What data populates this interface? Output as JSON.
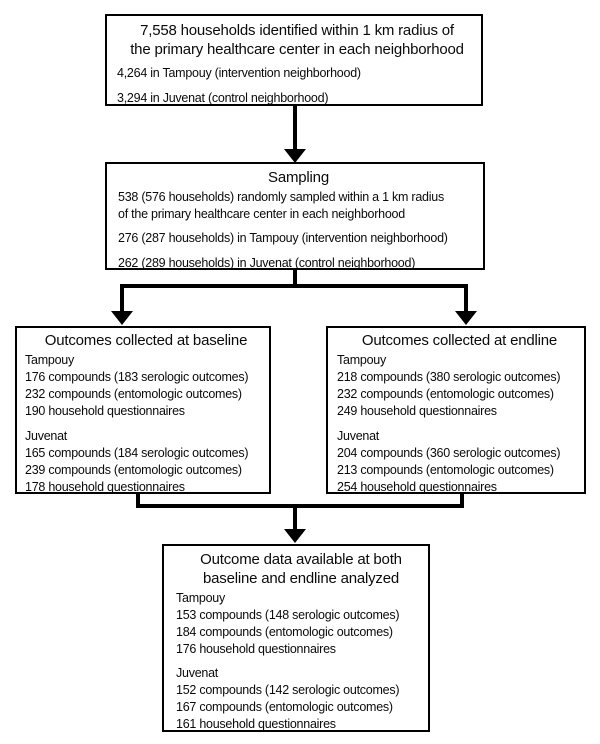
{
  "diagram": {
    "type": "flowchart",
    "colors": {
      "background": "#ffffff",
      "border": "#000000",
      "text": "#0a0a0a",
      "arrow": "#000000"
    },
    "boxes": {
      "identified": {
        "title_lines": [
          "7,558 households identified within 1 km radius of",
          "the primary healthcare center in each neighborhood"
        ],
        "lines": [
          "4,264 in Tampouy (intervention neighborhood)",
          "3,294 in Juvenat (control neighborhood)"
        ]
      },
      "sampling": {
        "title": "Sampling",
        "lead_lines": [
          "538 (576 households) randomly sampled within a 1 km radius",
          "of the primary healthcare center in each neighborhood"
        ],
        "lines": [
          "276 (287 households) in Tampouy (intervention neighborhood)",
          "262 (289 households) in Juvenat (control neighborhood)"
        ]
      },
      "baseline": {
        "title": "Outcomes collected at baseline",
        "groups": [
          {
            "name": "Tampouy",
            "lines": [
              "176 compounds (183 serologic outcomes)",
              "232 compounds (entomologic outcomes)",
              "190 household questionnaires"
            ]
          },
          {
            "name": "Juvenat",
            "lines": [
              "165 compounds (184 serologic outcomes)",
              "239 compounds (entomologic outcomes)",
              "178 household questionnaires"
            ]
          }
        ]
      },
      "endline": {
        "title": "Outcomes collected at endline",
        "groups": [
          {
            "name": "Tampouy",
            "lines": [
              "218 compounds (380 serologic outcomes)",
              "232 compounds (entomologic outcomes)",
              "249 household questionnaires"
            ]
          },
          {
            "name": "Juvenat",
            "lines": [
              "204 compounds (360 serologic outcomes)",
              "213 compounds (entomologic outcomes)",
              "254 household questionnaires"
            ]
          }
        ]
      },
      "analyzed": {
        "title_lines": [
          "Outcome data available at both",
          "baseline and endline analyzed"
        ],
        "groups": [
          {
            "name": "Tampouy",
            "lines": [
              "153 compounds (148 serologic outcomes)",
              "184 compounds (entomologic outcomes)",
              "176 household questionnaires"
            ]
          },
          {
            "name": "Juvenat",
            "lines": [
              "152 compounds (142 serologic outcomes)",
              "167 compounds (entomologic outcomes)",
              "161 household questionnaires"
            ]
          }
        ]
      }
    }
  }
}
